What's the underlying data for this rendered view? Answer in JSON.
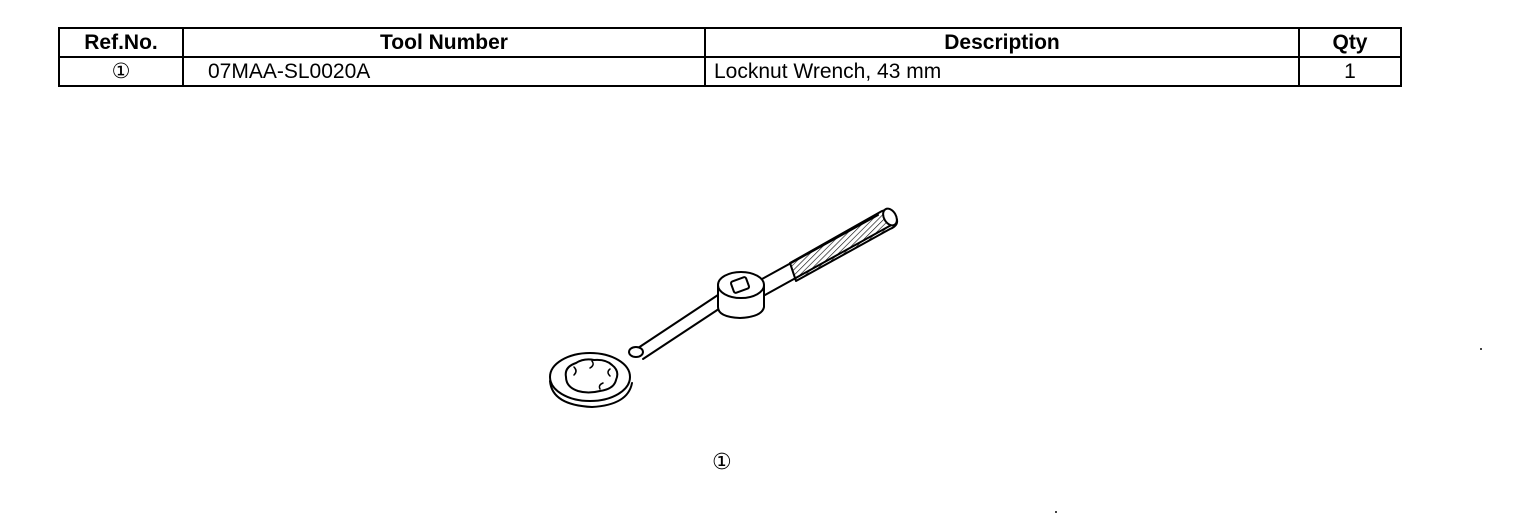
{
  "table": {
    "headers": {
      "ref": "Ref.No.",
      "tool_number": "Tool Number",
      "description": "Description",
      "qty": "Qty"
    },
    "rows": [
      {
        "ref": "①",
        "tool_number": "07MAA-SL0020A",
        "description": "Locknut Wrench, 43 mm",
        "qty": "1"
      }
    ]
  },
  "figure": {
    "ref_label": "①",
    "icon": "locknut-wrench-drawing"
  }
}
